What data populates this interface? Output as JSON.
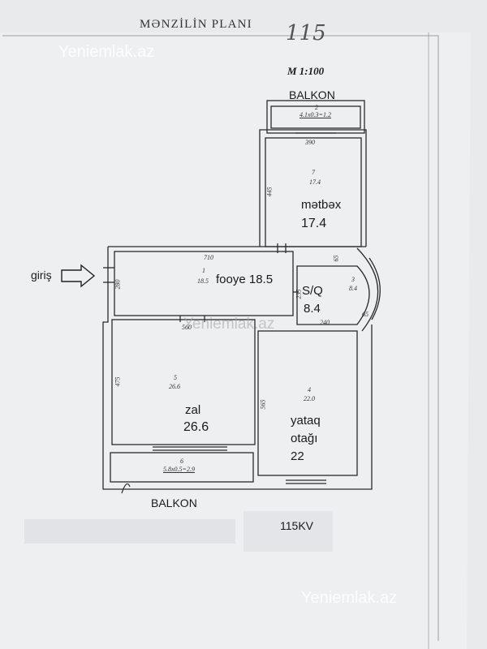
{
  "header": {
    "title": "MƏNZİLİN PLANI",
    "handwritten_number": "115",
    "scale": "M 1:100"
  },
  "watermarks": [
    "Yeniemlak.az",
    "Yeniemlak.az",
    "Yeniemlak.az"
  ],
  "labels": {
    "balkon_top": "BALKON",
    "balkon_bottom": "BALKON",
    "entrance": "giriş",
    "kitchen": "mətbəx",
    "kitchen_area": "17.4",
    "hall": "fooye 18.5",
    "bathroom": "S/Q",
    "bathroom_area": "8.4",
    "living": "zal",
    "living_area": "26.6",
    "bedroom_line1": "yataq",
    "bedroom_line2": "otağı",
    "bedroom_area": "22",
    "total": "115KV"
  },
  "plan_notes": {
    "balcony_top_num": "2",
    "balcony_top_formula": "4.1x0.3=1.2",
    "kitchen_num": "7",
    "kitchen_num_area": "17.4",
    "kitchen_width": "390",
    "kitchen_depth": "445",
    "hall_num": "1",
    "hall_num_area": "18.5",
    "hall_width": "710",
    "hall_depth": "280",
    "bath_num": "3",
    "bath_num_area": "8.4",
    "bath_dim_a": "65",
    "bath_dim_b": "65",
    "bath_dim_c": "235",
    "bath_width": "240",
    "living_num": "5",
    "living_num_area": "26.6",
    "living_width": "560",
    "living_depth": "475",
    "bed_num": "4",
    "bed_num_area": "22.0",
    "bed_depth": "565",
    "balcony_bottom_num": "6",
    "balcony_bottom_formula": "5.8x0.5=2.9"
  }
}
